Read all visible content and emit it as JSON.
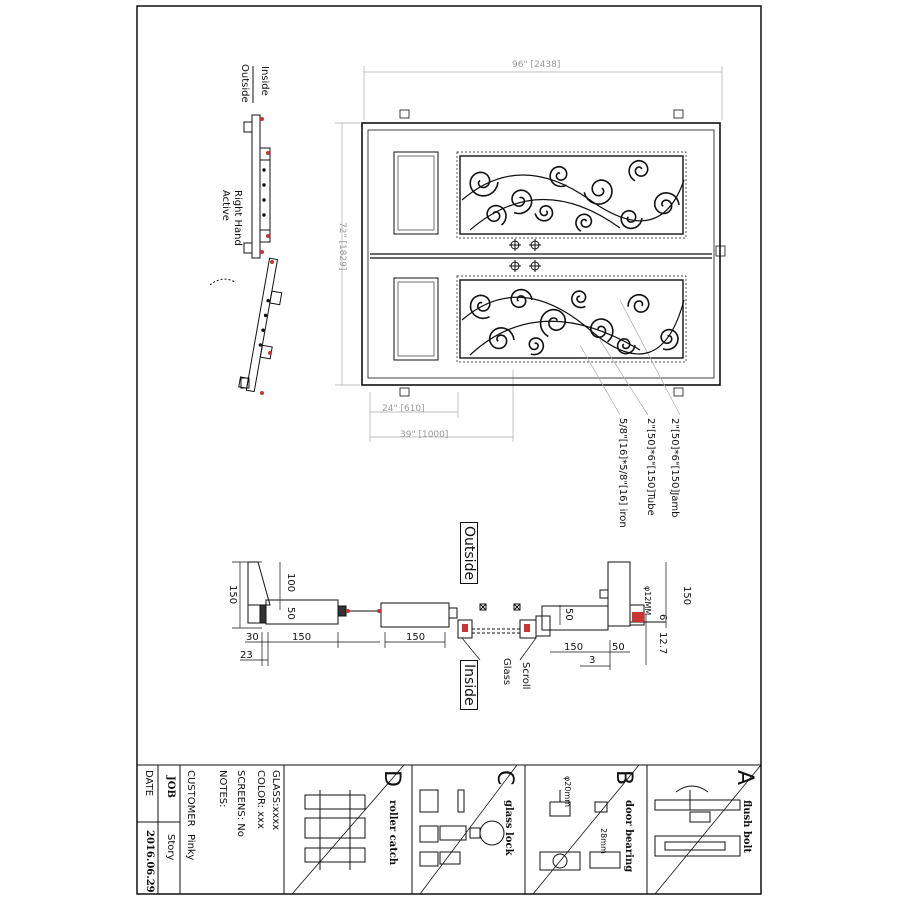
{
  "views": {
    "side": {
      "inside": "Inside",
      "outside": "Outside",
      "swing": "Right Hand Active"
    },
    "elevation": {
      "width_dim": "96\" [2438]",
      "height_dim": "72\" [1829]",
      "leaf_dim": "24\" [610]",
      "sub_dim": "39\" [1000]",
      "callouts": [
        "2\"[50]*6\"[150]Jamb",
        "2\"[50]*6\"[150]Tube",
        "5/8\"[16]*5/8\"[16] iron"
      ]
    },
    "section": {
      "outside": "Outside",
      "inside": "Inside",
      "scroll": "Scroll",
      "glass": "Glass",
      "dims": {
        "h150_left": "150",
        "h100": "100",
        "h50_left": "50",
        "w30": "30",
        "w150_a": "150",
        "w23": "23",
        "w150_b": "150",
        "h50_right": "50",
        "w150_c": "150",
        "w3": "3",
        "w50": "50",
        "h150_right": "150",
        "phi12": "φ12MM",
        "d6": "6",
        "d12_7": "12.7"
      }
    }
  },
  "details": {
    "a": {
      "letter": "A",
      "name": "flush bolt"
    },
    "b": {
      "letter": "B",
      "name": "door bearing",
      "phi20": "φ20mm",
      "d28": "28mm"
    },
    "c": {
      "letter": "C",
      "name": "glass lock"
    },
    "d": {
      "letter": "D",
      "name": "roller catch"
    }
  },
  "info": {
    "glass": "GLASS:xxxx",
    "color": "COLOR: xxx",
    "screens": "SCREENS: No",
    "notes": "NOTES:",
    "customer_label": "CUSTOMER",
    "customer_value": "Pinky",
    "job_label": "JOB",
    "job_value": "Story",
    "date_label": "DATE",
    "date_value": "2016.06.29"
  }
}
